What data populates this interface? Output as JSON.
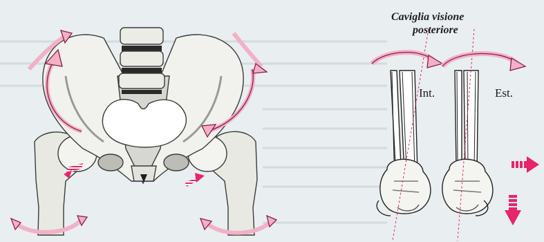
{
  "caption": {
    "line1": "Caviglia visione",
    "line2": "posteriore"
  },
  "labels": {
    "internal": "Int.",
    "external": "Est."
  },
  "colors": {
    "arrow_fill": "#f2b1c6",
    "arrow_stroke": "#8a1e48",
    "bold_arrow": "#e8246a",
    "bone_light": "#efefeb",
    "bone_shadow": "#8c8c86",
    "ink": "#1c1c1c",
    "background": "#e9eef1"
  },
  "icons": [
    "pelvis-illustration",
    "ankle-posterior-illustration",
    "rotation-arrow-icon",
    "arrow-right-icon",
    "arrow-down-icon"
  ]
}
